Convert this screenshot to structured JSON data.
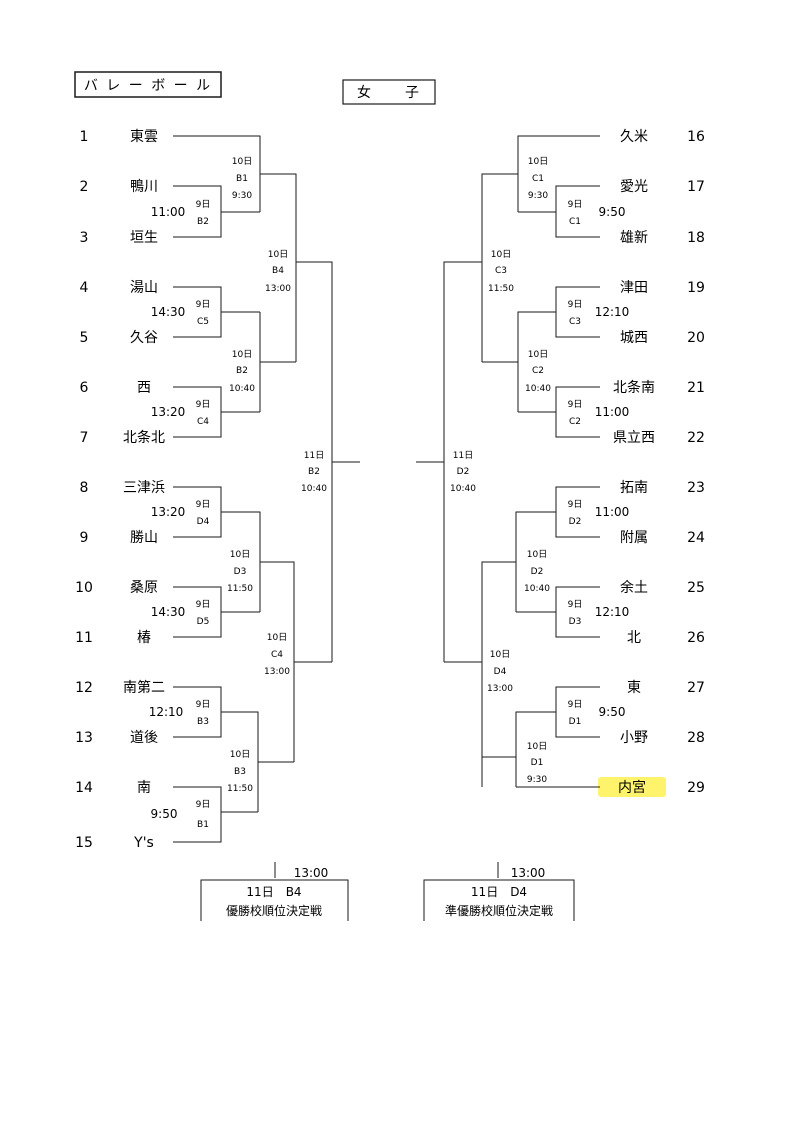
{
  "header": {
    "sport": "バ レ ー ボ ー ル",
    "gender": "女　　子"
  },
  "left_teams": [
    {
      "num": "1",
      "name": "東雲"
    },
    {
      "num": "2",
      "name": "鴨川"
    },
    {
      "num": "3",
      "name": "垣生"
    },
    {
      "num": "4",
      "name": "湯山"
    },
    {
      "num": "5",
      "name": "久谷"
    },
    {
      "num": "6",
      "name": "西"
    },
    {
      "num": "7",
      "name": "北条北"
    },
    {
      "num": "8",
      "name": "三津浜"
    },
    {
      "num": "9",
      "name": "勝山"
    },
    {
      "num": "10",
      "name": "桑原"
    },
    {
      "num": "11",
      "name": "椿"
    },
    {
      "num": "12",
      "name": "南第二"
    },
    {
      "num": "13",
      "name": "道後"
    },
    {
      "num": "14",
      "name": "南"
    },
    {
      "num": "15",
      "name": "Y's"
    }
  ],
  "right_teams": [
    {
      "num": "16",
      "name": "久米"
    },
    {
      "num": "17",
      "name": "愛光"
    },
    {
      "num": "18",
      "name": "雄新"
    },
    {
      "num": "19",
      "name": "津田"
    },
    {
      "num": "20",
      "name": "城西"
    },
    {
      "num": "21",
      "name": "北条南"
    },
    {
      "num": "22",
      "name": "県立西"
    },
    {
      "num": "23",
      "name": "拓南"
    },
    {
      "num": "24",
      "name": "附属"
    },
    {
      "num": "25",
      "name": "余土"
    },
    {
      "num": "26",
      "name": "北"
    },
    {
      "num": "27",
      "name": "東"
    },
    {
      "num": "28",
      "name": "小野"
    },
    {
      "num": "29",
      "name": "内宮",
      "highlighted": true
    }
  ],
  "matches": {
    "l_b2_9": {
      "day": "9日",
      "court": "B2",
      "time": "11:00"
    },
    "l_b1_10": {
      "day": "10日",
      "court": "B1",
      "time": "9:30"
    },
    "l_c5_9": {
      "day": "9日",
      "court": "C5",
      "time": "14:30"
    },
    "l_c4_9": {
      "day": "9日",
      "court": "C4",
      "time": "13:20"
    },
    "l_b2_10": {
      "day": "10日",
      "court": "B2",
      "time": "10:40"
    },
    "l_b4_10": {
      "day": "10日",
      "court": "B4",
      "time": "13:00"
    },
    "l_d4_9": {
      "day": "9日",
      "court": "D4",
      "time": "13:20"
    },
    "l_d5_9": {
      "day": "9日",
      "court": "D5",
      "time": "14:30"
    },
    "l_d3_10": {
      "day": "10日",
      "court": "D3",
      "time": "11:50"
    },
    "l_b3_9": {
      "day": "9日",
      "court": "B3",
      "time": "12:10"
    },
    "l_b1_9": {
      "day": "9日",
      "court": "B1",
      "time": "9:50"
    },
    "l_b3_10": {
      "day": "10日",
      "court": "B3",
      "time": "11:50"
    },
    "l_c4_10": {
      "day": "10日",
      "court": "C4",
      "time": "13:00"
    },
    "l_b2_11": {
      "day": "11日",
      "court": "B2",
      "time": "10:40"
    },
    "r_c1_10": {
      "day": "10日",
      "court": "C1",
      "time": "9:30"
    },
    "r_c1_9": {
      "day": "9日",
      "court": "C1",
      "time": "9:50"
    },
    "r_c3_9": {
      "day": "9日",
      "court": "C3",
      "time": "12:10"
    },
    "r_c2_9": {
      "day": "9日",
      "court": "C2",
      "time": "11:00"
    },
    "r_c2_10": {
      "day": "10日",
      "court": "C2",
      "time": "10:40"
    },
    "r_c3_10": {
      "day": "10日",
      "court": "C3",
      "time": "11:50"
    },
    "r_d2_9": {
      "day": "9日",
      "court": "D2",
      "time": "11:00"
    },
    "r_d3_9": {
      "day": "9日",
      "court": "D3",
      "time": "12:10"
    },
    "r_d2_10": {
      "day": "10日",
      "court": "D2",
      "time": "10:40"
    },
    "r_d1_9": {
      "day": "9日",
      "court": "D1",
      "time": "9:50"
    },
    "r_d1_10": {
      "day": "10日",
      "court": "D1",
      "time": "9:30"
    },
    "r_d4_10": {
      "day": "10日",
      "court": "D4",
      "time": "13:00"
    },
    "r_d2_11": {
      "day": "11日",
      "court": "D2",
      "time": "10:40"
    }
  },
  "finals": {
    "left": {
      "time": "13:00",
      "match": "11日　B4",
      "label": "優勝校順位決定戦"
    },
    "right": {
      "time": "13:00",
      "match": "11日　D4",
      "label": "準優勝校順位決定戦"
    }
  },
  "colors": {
    "line": "#1a1a1a",
    "highlight": "#fff36b"
  }
}
